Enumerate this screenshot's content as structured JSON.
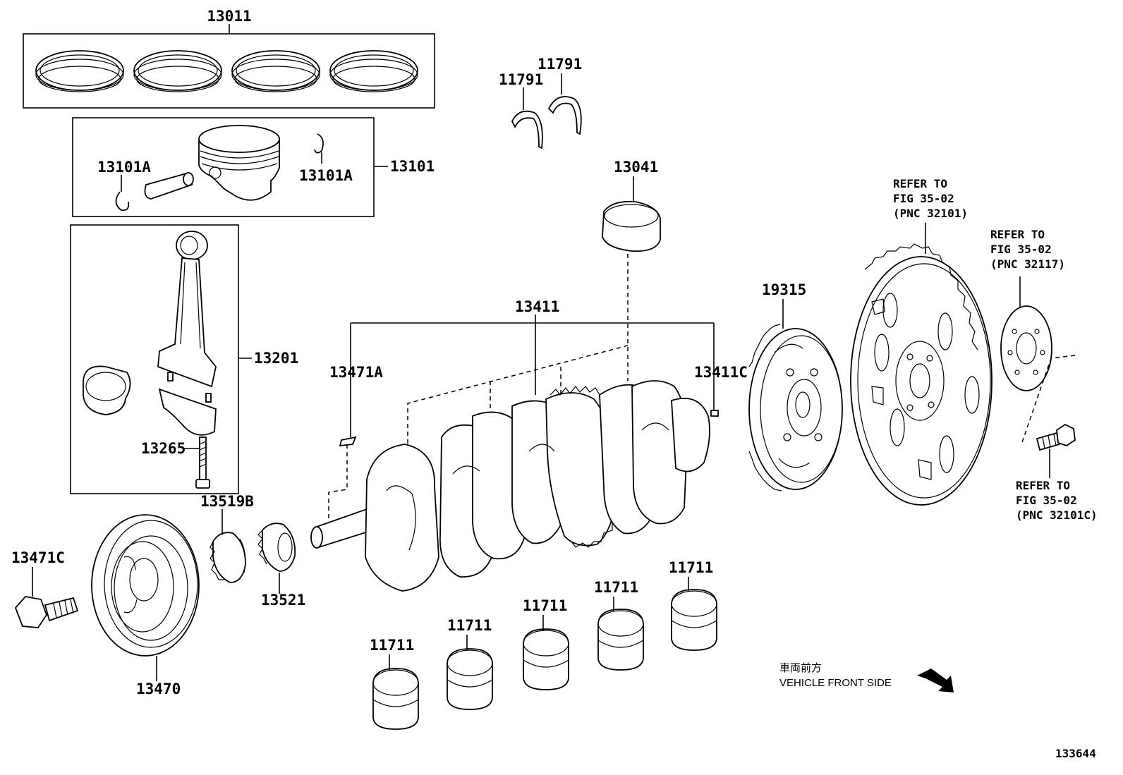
{
  "labels": {
    "piston_rings": "13011",
    "piston_set": "13101",
    "snap_ring_left": "13101A",
    "snap_ring_right": "13101A",
    "thrust_washer_1": "11791",
    "thrust_washer_2": "11791",
    "crank_bearing_top": "13041",
    "connecting_rod": "13201",
    "rod_bolt": "13265",
    "crankshaft": "13411",
    "crank_key": "13471A",
    "crank_pin": "13411C",
    "timing_gear_b": "13519B",
    "timing_sprocket": "13521",
    "pulley_bolt": "13471C",
    "crank_pulley": "13470",
    "signal_plate": "19315",
    "main_bearing_1": "11711",
    "main_bearing_2": "11711",
    "main_bearing_3": "11711",
    "main_bearing_4": "11711",
    "main_bearing_5": "11711",
    "figure_number": "133644"
  },
  "references": {
    "flywheel": [
      "REFER TO",
      "FIG 35-02",
      "(PNC 32101)"
    ],
    "spacer": [
      "REFER TO",
      "FIG 35-02",
      "(PNC 32117)"
    ],
    "flywheel_bolt": [
      "REFER TO",
      "FIG 35-02",
      "(PNC 32101C)"
    ]
  },
  "direction": {
    "japanese": "車両前方",
    "english": "VEHICLE FRONT SIDE"
  }
}
